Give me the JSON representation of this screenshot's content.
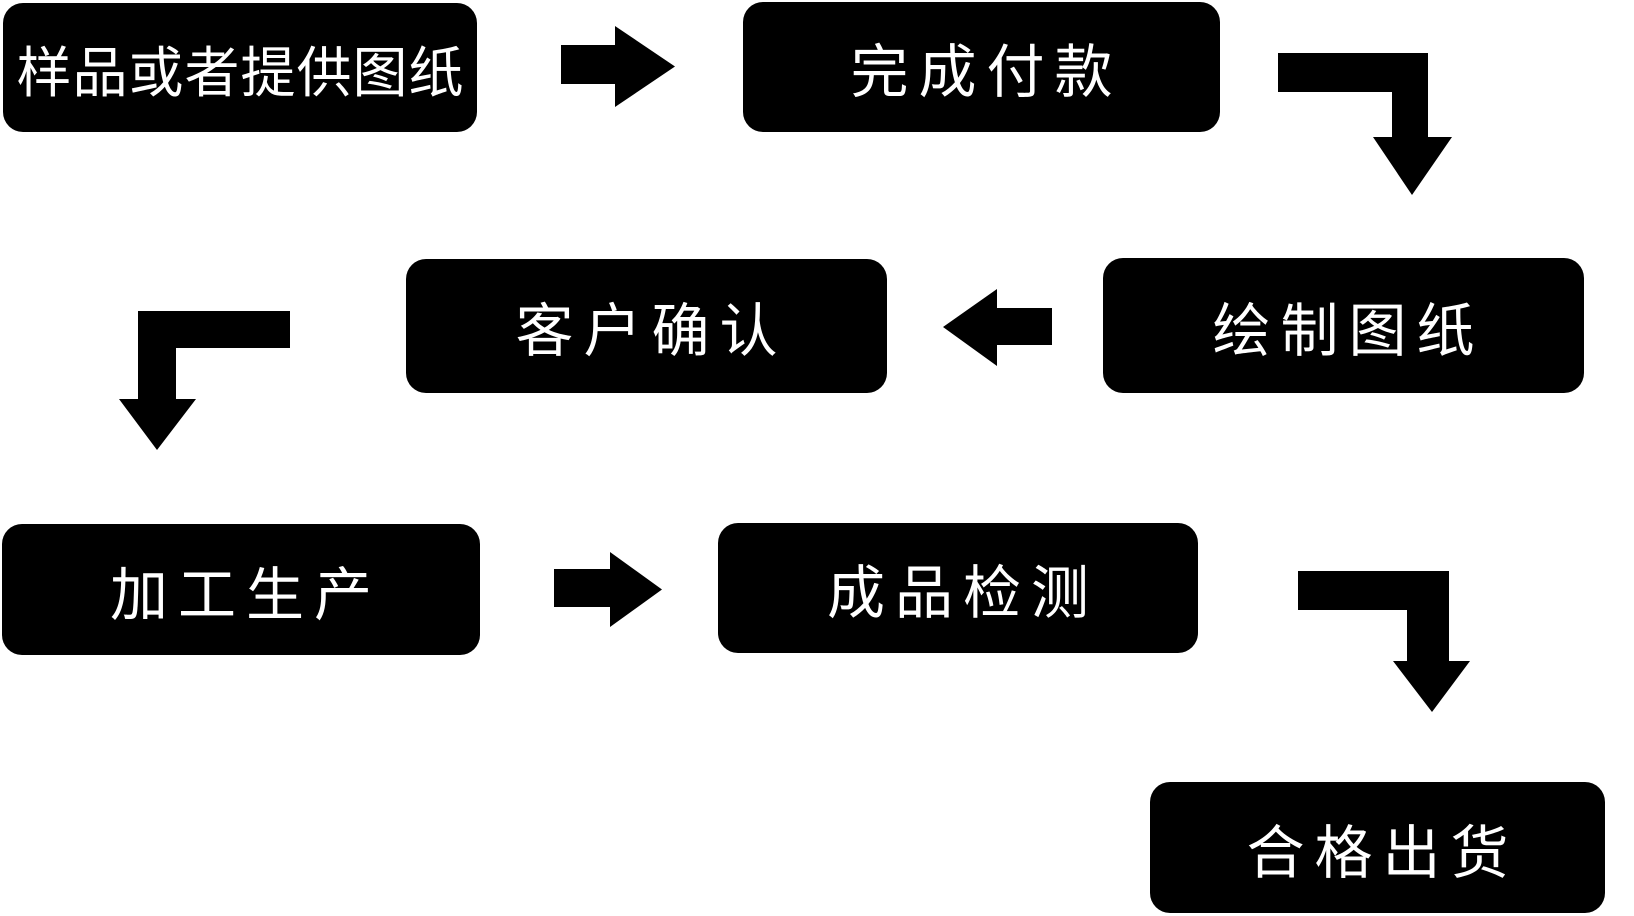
{
  "colors": {
    "background": "#ffffff",
    "node_fill": "#000000",
    "node_text": "#ffffff",
    "arrow": "#000000"
  },
  "flowchart": {
    "nodes": [
      {
        "id": "sample-or-provide-drawings",
        "label": "样品或者提供图纸"
      },
      {
        "id": "complete-payment",
        "label": "完成付款"
      },
      {
        "id": "draw-drawings",
        "label": "绘制图纸"
      },
      {
        "id": "customer-confirmation",
        "label": "客户确认"
      },
      {
        "id": "processing-production",
        "label": "加工生产"
      },
      {
        "id": "finished-product-inspection",
        "label": "成品检测"
      },
      {
        "id": "qualified-shipment",
        "label": "合格出货"
      }
    ],
    "connections": [
      {
        "from": "样品或者提供图纸",
        "to": "完成付款",
        "shape": "right-arrow"
      },
      {
        "from": "完成付款",
        "to": "绘制图纸",
        "shape": "elbow-right-down-arrow"
      },
      {
        "from": "绘制图纸",
        "to": "客户确认",
        "shape": "left-arrow"
      },
      {
        "from": "客户确认",
        "to": "加工生产",
        "shape": "elbow-left-down-arrow"
      },
      {
        "from": "加工生产",
        "to": "成品检测",
        "shape": "right-arrow"
      },
      {
        "from": "成品检测",
        "to": "合格出货",
        "shape": "elbow-right-down-arrow"
      }
    ]
  }
}
